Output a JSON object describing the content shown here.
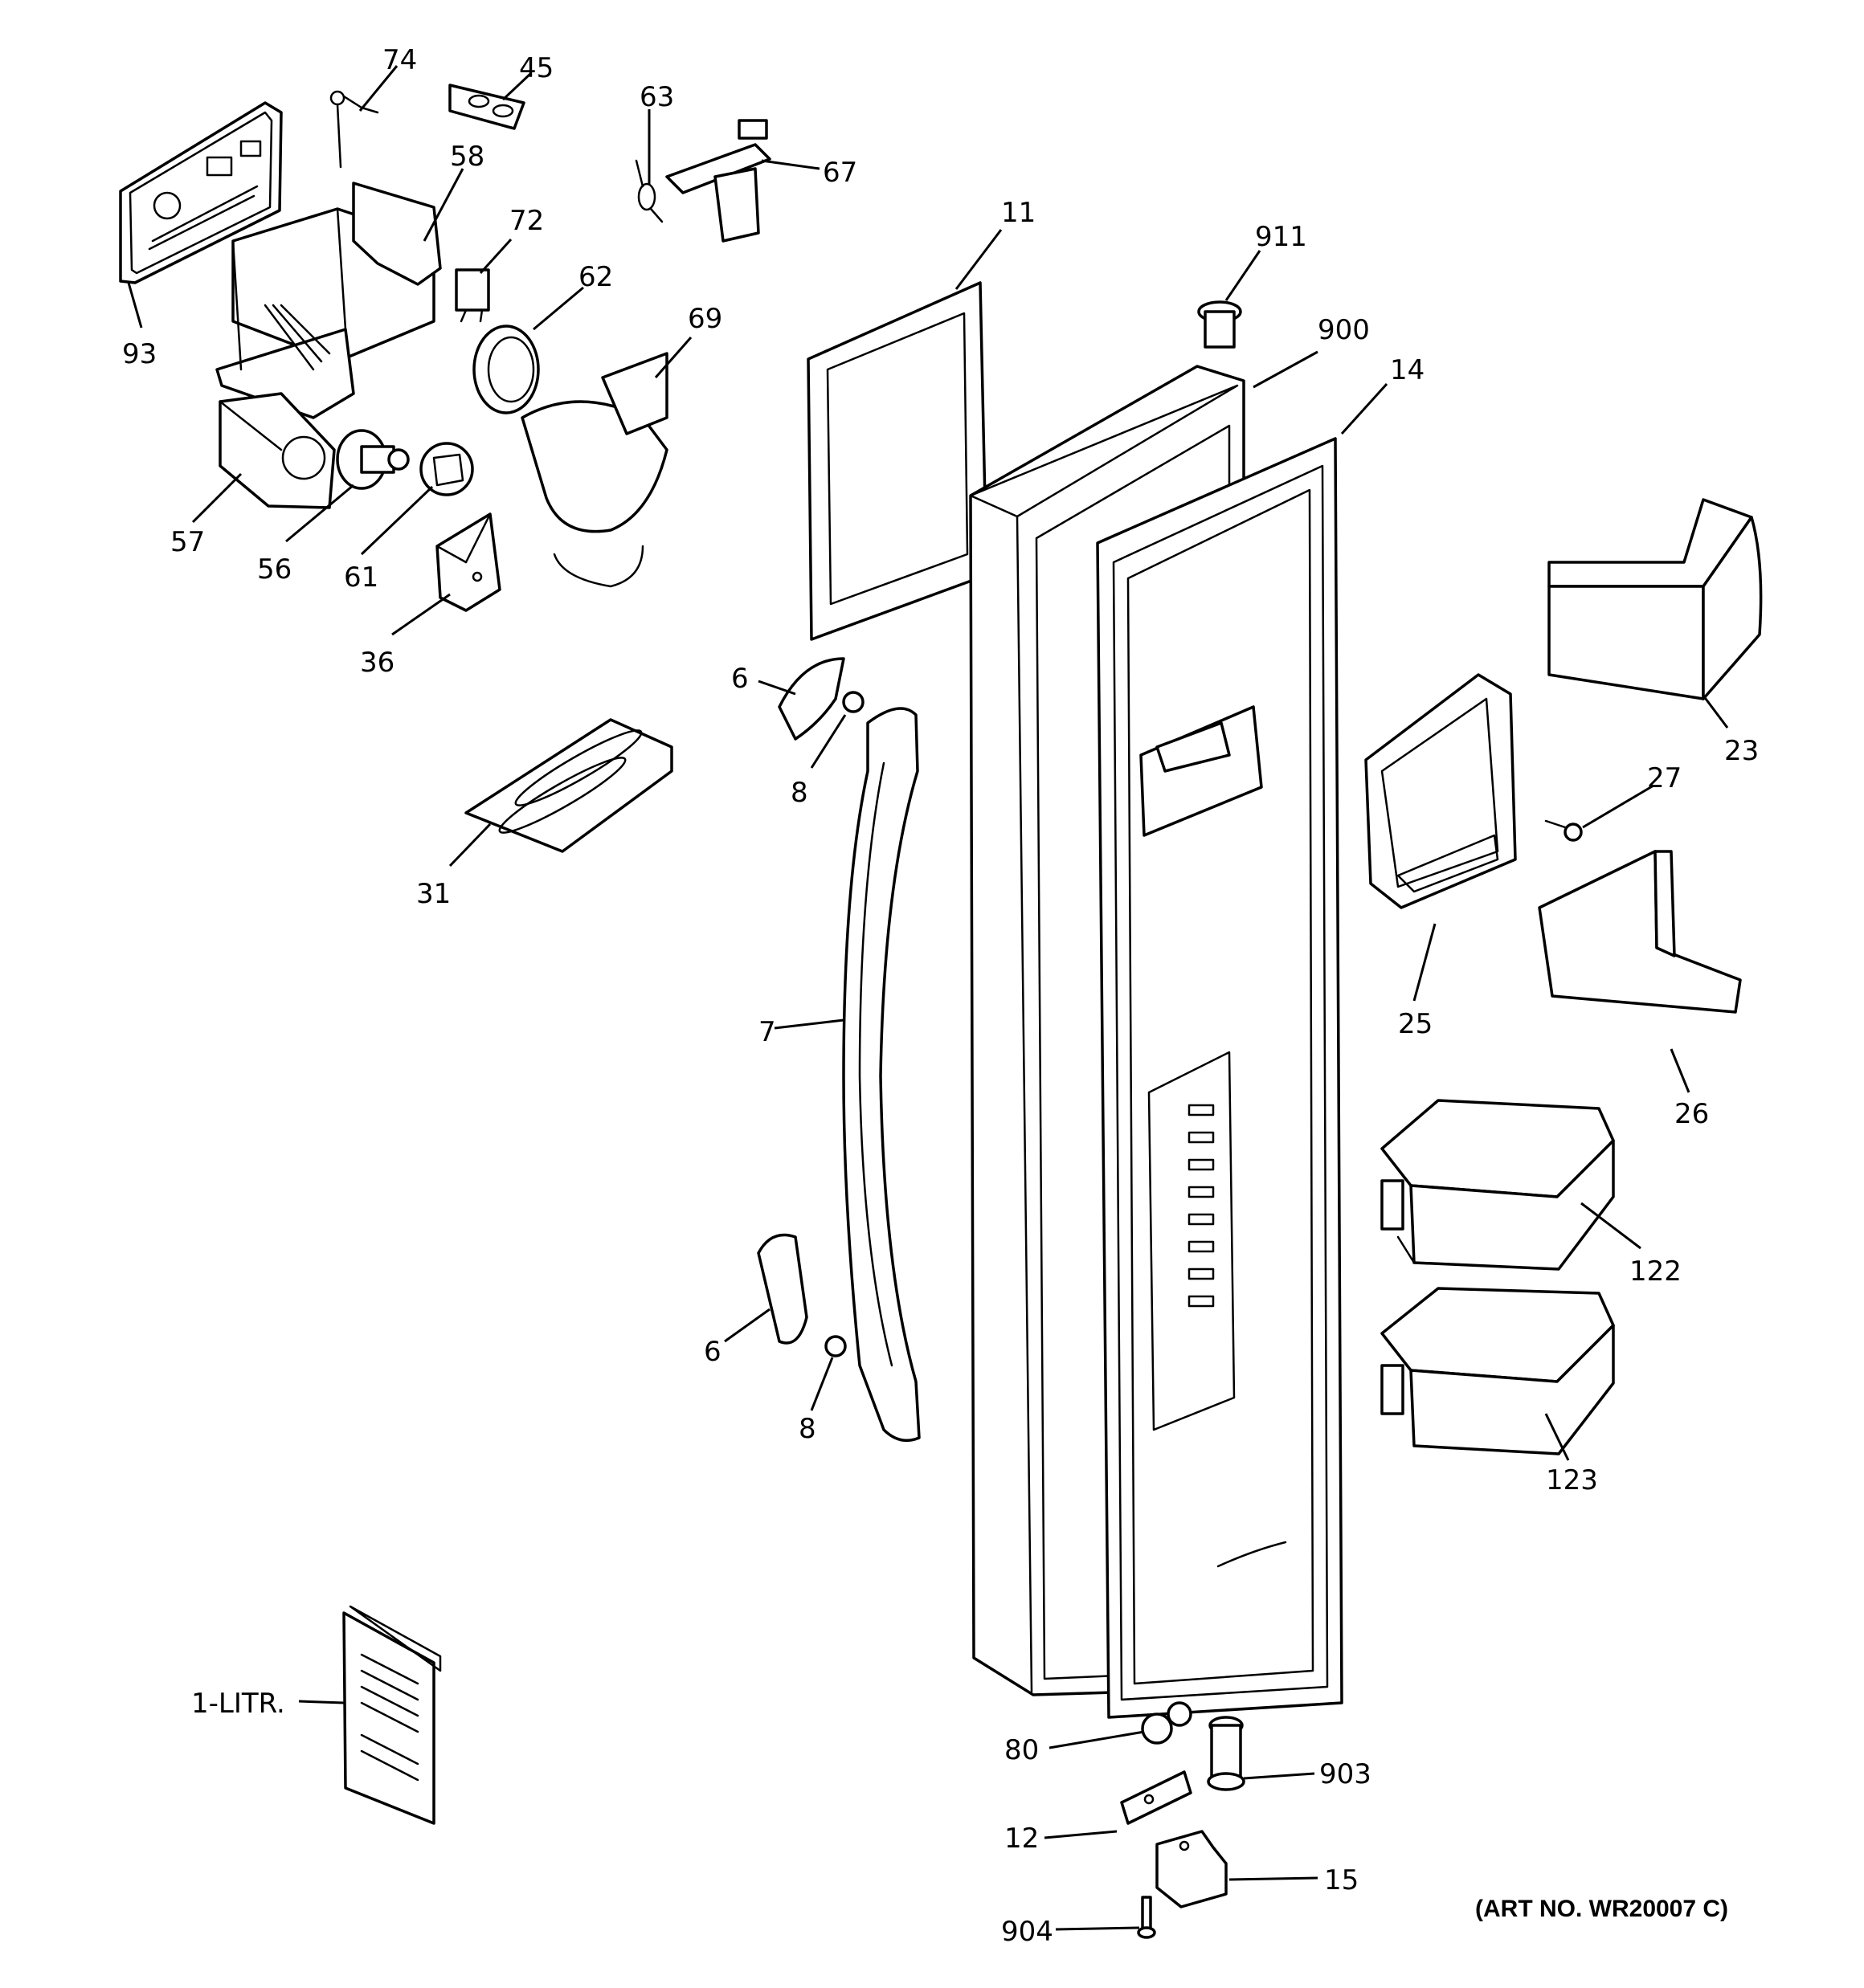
{
  "diagram": {
    "art_number": "(ART NO. WR20007 C)"
  },
  "labels": {
    "l74": "74",
    "l45": "45",
    "l63": "63",
    "l67": "67",
    "l58": "58",
    "l72": "72",
    "l62": "62",
    "l69": "69",
    "l93": "93",
    "l57": "57",
    "l56": "56",
    "l61": "61",
    "l36": "36",
    "l31": "31",
    "l11": "11",
    "l911": "911",
    "l900": "900",
    "l14": "14",
    "l6a": "6",
    "l8a": "8",
    "l7": "7",
    "l6b": "6",
    "l8b": "8",
    "l23": "23",
    "l27": "27",
    "l25": "25",
    "l26": "26",
    "l122": "122",
    "l123": "123",
    "l1litr": "1-LITR.",
    "l80": "80",
    "l903": "903",
    "l12": "12",
    "l15": "15",
    "l904": "904"
  }
}
